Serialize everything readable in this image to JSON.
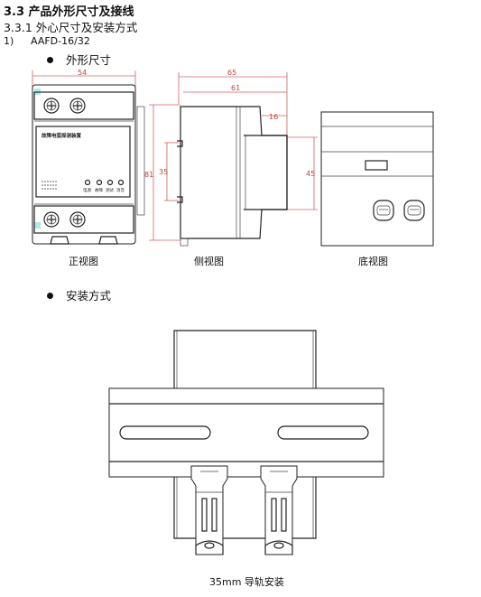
{
  "heading": "3.3 产品外形尺寸及接线",
  "subheading": "3.3.1 外心尺寸及安装方式",
  "list_item": {
    "number": "1)",
    "model": "AAFD-16/32"
  },
  "bullet_dimensions": "外形尺寸",
  "bullet_installation": "安装方式",
  "views": {
    "front": {
      "caption": "正视图",
      "width": "54",
      "panel_title": "故障电弧探测装置",
      "button_labels": [
        "电源",
        "故障",
        "测试",
        "消音"
      ]
    },
    "side": {
      "caption": "侧视图",
      "depth_total": "65",
      "depth_inner": "61",
      "height": "81",
      "top_step": "16",
      "bottom_step": "45",
      "mid_height": "35"
    },
    "bottom": {
      "caption": "底视图"
    }
  },
  "rail_caption": "35mm 导轨安装"
}
